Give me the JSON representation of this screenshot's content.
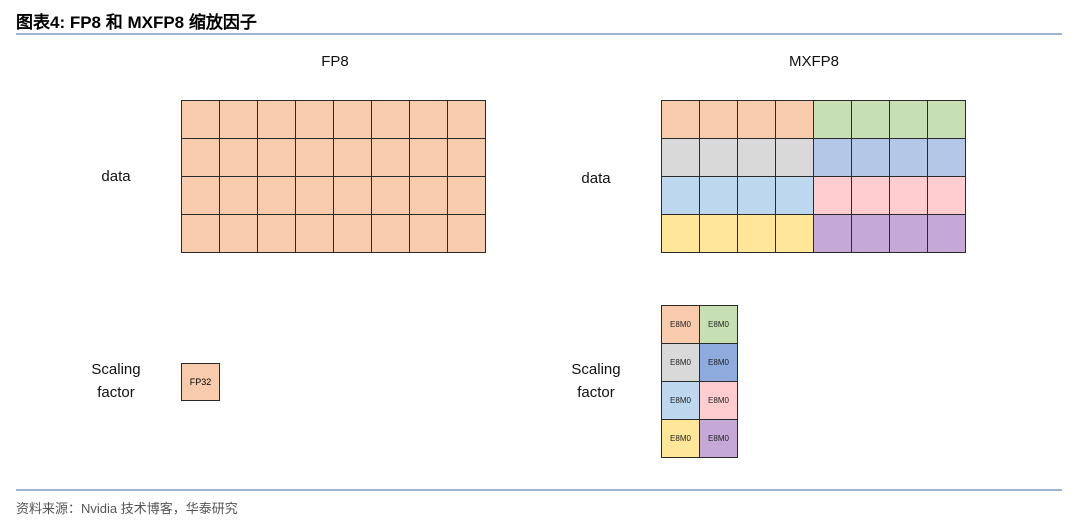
{
  "title": "图表4:  FP8 和 MXFP8 缩放因子",
  "source": "资料来源：Nvidia 技术博客，华泰研究",
  "fp8": {
    "heading": "FP8",
    "data_label": "data",
    "scaling_label_line1": "Scaling",
    "scaling_label_line2": "factor",
    "scale_text": "FP32",
    "rows": 4,
    "cols": 8,
    "cell_color": "#f8cbad"
  },
  "mxfp8": {
    "heading": "MXFP8",
    "data_label": "data",
    "scaling_label_line1": "Scaling",
    "scaling_label_line2": "factor",
    "blocks": [
      [
        "#f8cbad",
        "#c6e0b4"
      ],
      [
        "#d9d9d9",
        "#b4c7e7"
      ],
      [
        "#bdd7ee",
        "#ffccd0"
      ],
      [
        "#ffe699",
        "#c5a8d8"
      ]
    ],
    "scale_colors": [
      [
        "#f8cbad",
        "#c6e0b4"
      ],
      [
        "#d9d9d9",
        "#8faadc"
      ],
      [
        "#bdd7ee",
        "#ffccd0"
      ],
      [
        "#ffe699",
        "#c5a8d8"
      ]
    ],
    "scale_text": "E8M0"
  }
}
